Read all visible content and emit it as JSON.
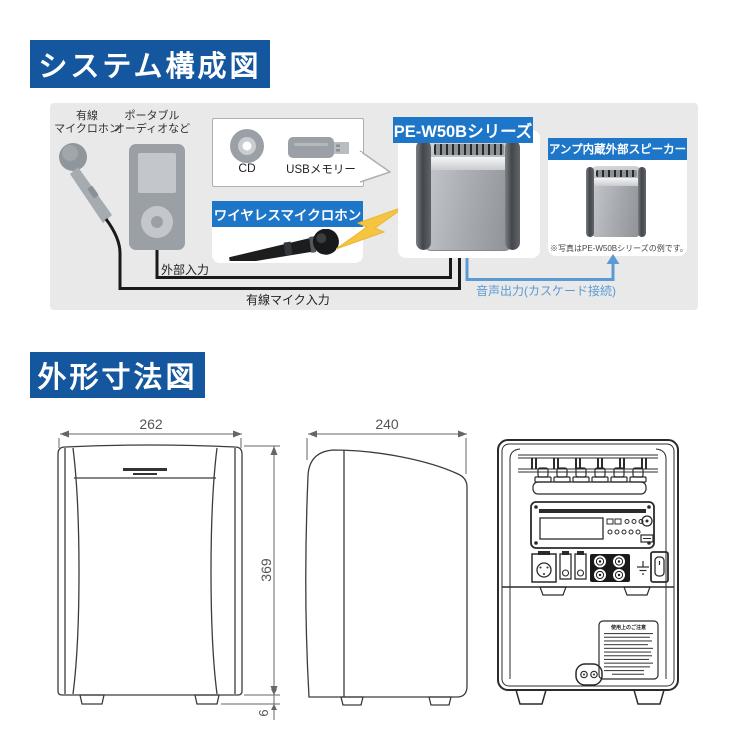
{
  "colors": {
    "header_blue": "#15579f",
    "label_blue": "#1e76c8",
    "cascade_blue": "#5b9bd5",
    "panel_gray": "#e9e9e9",
    "lightning_yellow": "#f6c540"
  },
  "system": {
    "title": "システム構成図",
    "wired_mic_label": "有線\nマイクロホン",
    "portable_audio_label": "ポータブル\nオーディオなど",
    "cd_label": "CD",
    "usb_label": "USBメモリー",
    "wireless_mic_label": "ワイヤレスマイクロホン",
    "main_unit_label": "PE-W50Bシリーズ",
    "external_speaker_label": "アンプ内蔵外部スピーカー",
    "external_speaker_note": "※写真はPE-W50Bシリーズの例です。",
    "ext_input_label": "外部入力",
    "wired_mic_input_label": "有線マイク入力",
    "audio_output_label": "音声出力(カスケード接続)"
  },
  "dimensions": {
    "title": "外形寸法図",
    "front": {
      "width": "262",
      "height": "369",
      "foot_height": "6"
    },
    "side": {
      "depth": "240"
    },
    "rear": {
      "caution_title": "使用上のご注意"
    }
  }
}
